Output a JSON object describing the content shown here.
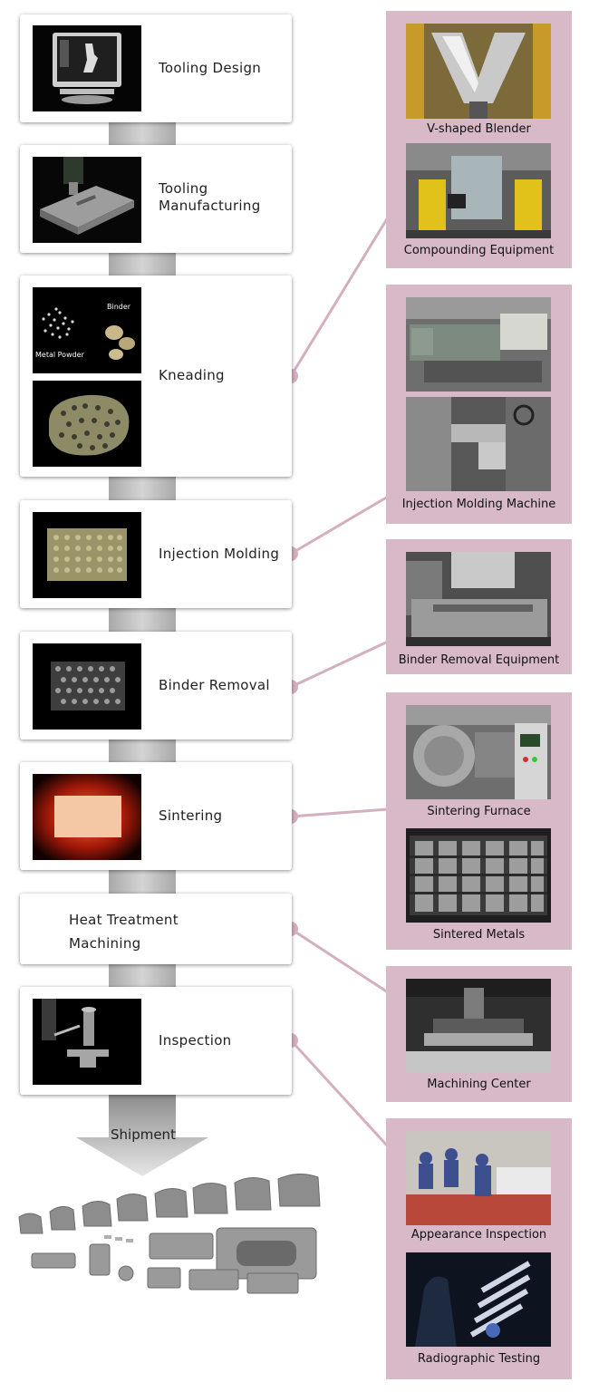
{
  "steps": [
    {
      "label": "Tooling Design"
    },
    {
      "label": "Tooling\nManufacturing"
    },
    {
      "label": "Kneading",
      "binder_label": "Binder",
      "powder_label": "Metal Powder"
    },
    {
      "label": "Injection Molding"
    },
    {
      "label": "Binder Removal"
    },
    {
      "label": "Sintering"
    },
    {
      "label": "Heat Treatment\nMachining"
    },
    {
      "label": "Inspection"
    }
  ],
  "final_label": "Shipment",
  "equipment": [
    {
      "captions": [
        "V-shaped Blender",
        "Compounding Equipment"
      ]
    },
    {
      "captions": [
        "Injection Molding Machine"
      ]
    },
    {
      "captions": [
        "Binder Removal Equipment"
      ]
    },
    {
      "captions": [
        "Sintering Furnace",
        "Sintered Metals"
      ]
    },
    {
      "captions": [
        "Machining Center"
      ]
    },
    {
      "captions": [
        "Appearance Inspection",
        "Radiographic Testing"
      ]
    }
  ],
  "colors": {
    "panel": "#d8b9c8",
    "connector": "#d4afc0",
    "spine": "#bdbdbd"
  }
}
